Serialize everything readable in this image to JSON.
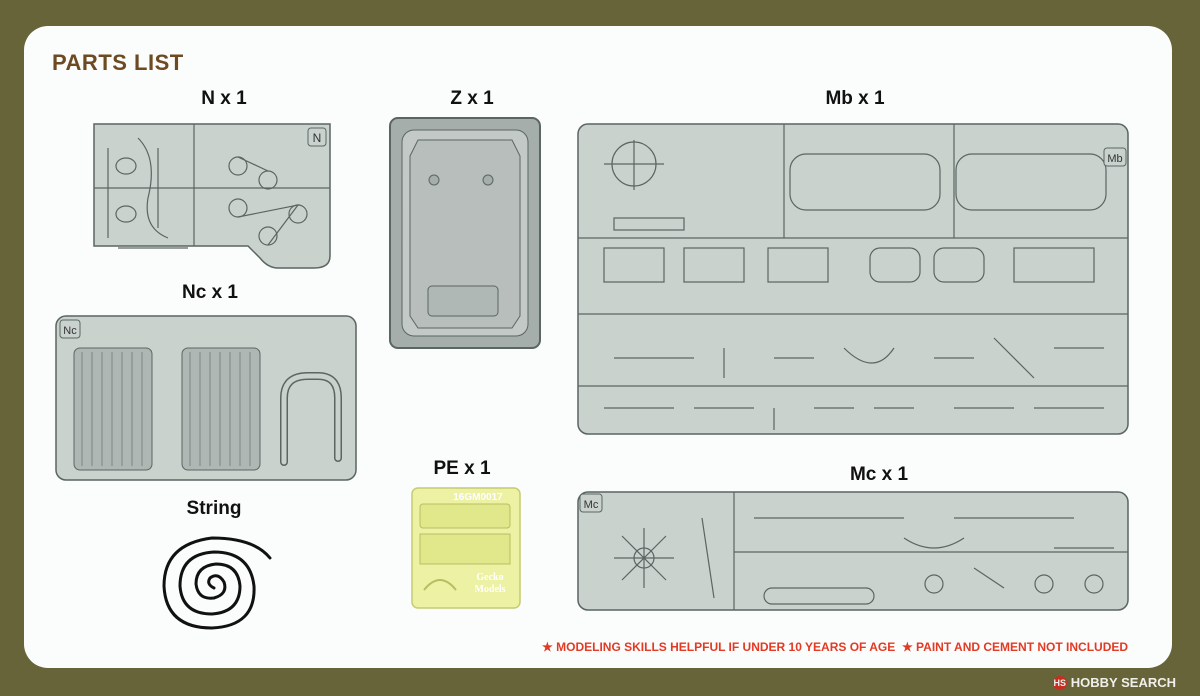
{
  "title": "PARTS LIST",
  "sprues": {
    "n": {
      "label": "N x 1",
      "tag": "N"
    },
    "z": {
      "label": "Z x 1"
    },
    "mb": {
      "label": "Mb x 1",
      "tag": "Mb"
    },
    "nc": {
      "label": "Nc x 1",
      "tag": "Nc"
    },
    "pe": {
      "label": "PE x 1",
      "code": "16GM0017",
      "brand_line1": "Gecko",
      "brand_line2": "Models"
    },
    "mc": {
      "label": "Mc x 1",
      "tag": "Mc"
    },
    "string": {
      "label": "String"
    }
  },
  "notice": {
    "item1": "MODELING SKILLS HELPFUL IF UNDER 10 YEARS OF AGE",
    "item2": "PAINT AND CEMENT NOT INCLUDED"
  },
  "watermark": "HOBBY SEARCH",
  "colors": {
    "sprue": "#c9d2cd",
    "sprue_stroke": "#5b6562",
    "pe": "#ecf1a4",
    "notice": "#e23a24",
    "frame": "#67643a",
    "title": "#6d4a22"
  }
}
